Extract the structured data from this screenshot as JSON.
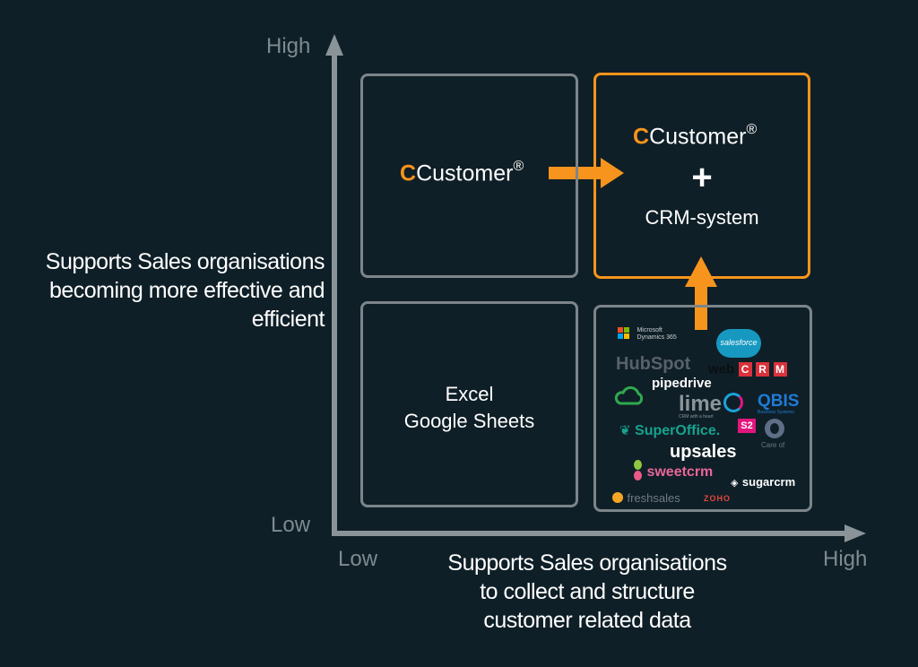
{
  "y_axis": {
    "high_label": "High",
    "low_label": "Low",
    "title_lines": [
      "Supports Sales organisations",
      "becoming more effective and",
      "efficient"
    ]
  },
  "x_axis": {
    "low_label": "Low",
    "high_label": "High",
    "title_lines": [
      "Supports Sales organisations",
      "to collect and structure",
      "customer related data"
    ]
  },
  "quadrants": {
    "top_left": {
      "brand_c": "C",
      "brand_rest": "Customer",
      "brand_mark": "®"
    },
    "top_right": {
      "brand_c": "C",
      "brand_rest": "Customer",
      "brand_mark": "®",
      "plus": "+",
      "subtitle": "CRM-system"
    },
    "bottom_left": {
      "lines": [
        "Excel",
        "Google Sheets"
      ]
    },
    "bottom_right": {
      "logos": {
        "microsoft_1": "Microsoft",
        "microsoft_2": "Dynamics 365",
        "salesforce": "salesforce",
        "hubspot": "HubSpot",
        "webcrm_prefix": "web",
        "webcrm_letters": [
          "C",
          "R",
          "M"
        ],
        "pipedrive": "pipedrive",
        "lime": "lime",
        "lime_tag": "CRM with a heart",
        "qbis": "QBIS",
        "qbis_tag": "Business Systems",
        "superoffice": "SuperOffice.",
        "s2": "S2",
        "careof": "Care of",
        "upsales": "upsales",
        "sweetcrm": "sweetcrm",
        "sugarcrm": "sugarcrm",
        "freshsales": "freshsales",
        "zoho": "ZOHO"
      }
    }
  },
  "colors": {
    "background": "#0f1f27",
    "accent": "#f7941d",
    "axis": "#8a9398",
    "box_border": "#7c858a",
    "text": "#ffffff",
    "muted_text": "#7d8a90"
  }
}
